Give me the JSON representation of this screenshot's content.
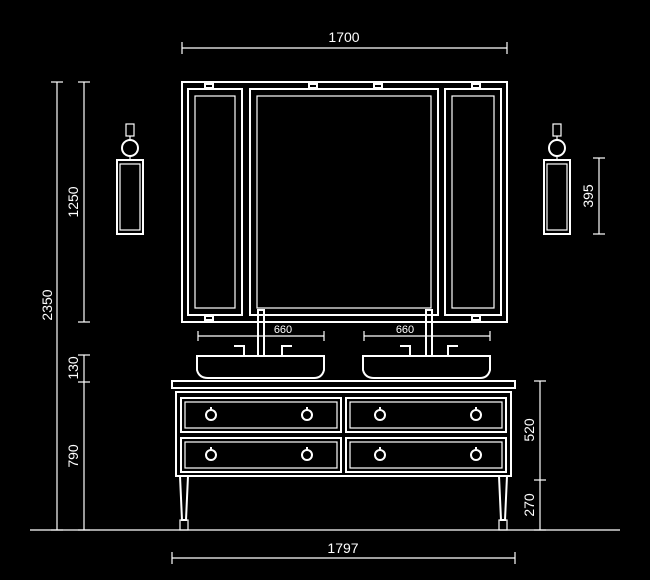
{
  "dimensions": {
    "mirror_width": "1700",
    "total_height": "2350",
    "mirror_height": "1250",
    "basin_gap": "130",
    "vanity_height": "790",
    "lamp_height": "395",
    "basin_left_width": "660",
    "basin_right_width": "660",
    "drawer_section_height": "520",
    "leg_height": "270",
    "vanity_width": "1797"
  },
  "colors": {
    "background": "#000000",
    "line": "#ffffff"
  }
}
